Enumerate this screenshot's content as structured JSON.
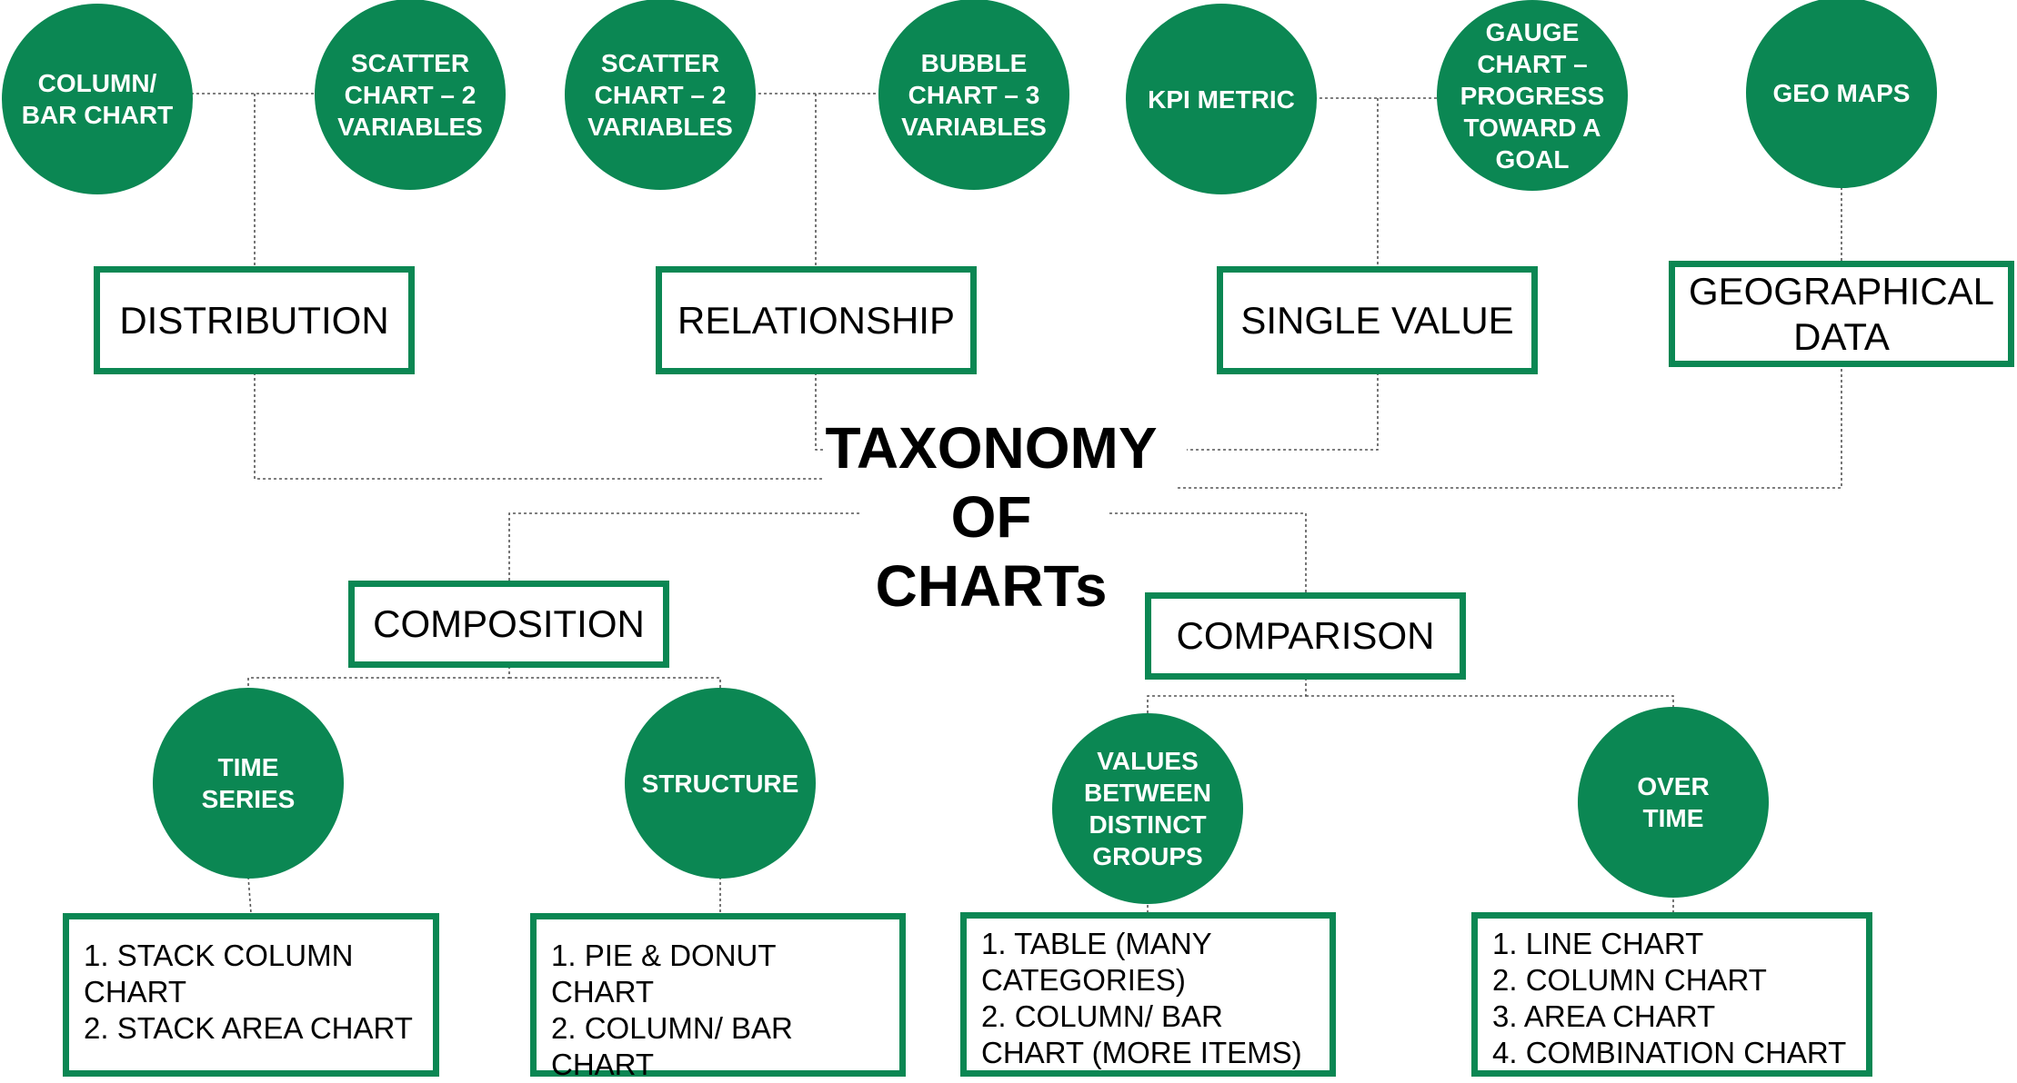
{
  "title": [
    "TAXONOMY",
    "OF",
    "CHARTs"
  ],
  "categories": {
    "distribution": "DISTRIBUTION",
    "relationship": "RELATIONSHIP",
    "single_value": "SINGLE VALUE",
    "geographical": [
      "GEOGRAPHICAL",
      "DATA"
    ],
    "composition": "COMPOSITION",
    "comparison": "COMPARISON"
  },
  "chart_types": {
    "column_bar": [
      "COLUMN/",
      "BAR CHART"
    ],
    "scatter_distribution": [
      "SCATTER",
      "CHART – 2",
      "VARIABLES"
    ],
    "scatter_relationship": [
      "SCATTER",
      "CHART – 2",
      "VARIABLES"
    ],
    "bubble": [
      "BUBBLE",
      "CHART – 3",
      "VARIABLES"
    ],
    "kpi": [
      "KPI METRIC"
    ],
    "gauge": [
      "GAUGE",
      "CHART –",
      "PROGRESS",
      "TOWARD A",
      "GOAL"
    ],
    "geo_maps": [
      "GEO MAPS"
    ],
    "time_series": [
      "TIME",
      "SERIES"
    ],
    "structure": [
      "STRUCTURE"
    ],
    "values_between": [
      "VALUES",
      "BETWEEN",
      "DISTINCT",
      "GROUPS"
    ],
    "over_time": [
      "OVER",
      "TIME"
    ]
  },
  "lists": {
    "time_series": [
      "1. STACK COLUMN",
      "CHART",
      "2. STACK AREA CHART"
    ],
    "structure": [
      "1. PIE & DONUT CHART",
      "2. COLUMN/ BAR",
      "CHART"
    ],
    "values_between": [
      "1. TABLE (MANY",
      "CATEGORIES)",
      "2. COLUMN/ BAR",
      "CHART (MORE ITEMS)"
    ],
    "over_time": [
      "1. LINE CHART",
      "2. COLUMN CHART",
      "3. AREA CHART",
      "4. COMBINATION CHART"
    ]
  },
  "colors": {
    "green": "#0b8753",
    "connector": "#555555"
  }
}
